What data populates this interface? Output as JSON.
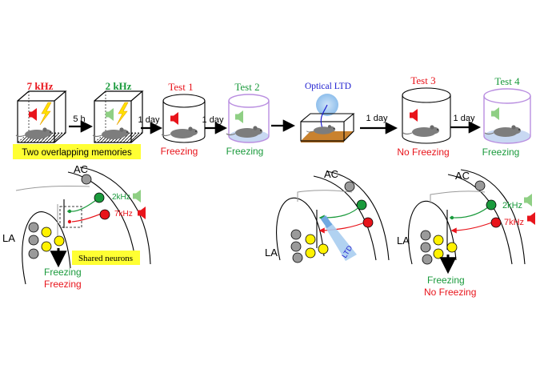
{
  "colors": {
    "red": "#e8141b",
    "green": "#1a9a3c",
    "blue": "#1c1ccf",
    "yellow_label": "#ffff33",
    "neuron_gray": "#9a9a9a",
    "neuron_yellow": "#fff200",
    "neuron_green": "#1a9a3c",
    "neuron_red": "#e8141b",
    "cylinder_purple": "#b98ee0",
    "floor_blue": "#c8d8f2",
    "bedding": "#c9822f",
    "ltd_glow": "#9ec8ef"
  },
  "top": {
    "tone1": "7 kHz",
    "tone2": "2 kHz",
    "interval": "5 h",
    "day1": "1 day",
    "day2": "1 day",
    "day3": "1 day",
    "day4": "1 day",
    "test1": "Test 1",
    "test2": "Test 2",
    "optical": "Optical LTD",
    "test3": "Test 3",
    "test4": "Test 4",
    "result1": "Freezing",
    "result2": "Freezing",
    "result3": "No Freezing",
    "result4": "Freezing",
    "memories_label": "Two overlapping memories"
  },
  "circuits": {
    "ac": "AC",
    "la": "LA",
    "left": {
      "tone_green": "2kHz",
      "tone_red": "7kHz",
      "shared_label": "Shared neurons",
      "out1": "Freezing",
      "out2": "Freezing"
    },
    "middle": {
      "ltd": "LTD"
    },
    "right": {
      "tone_green": "2kHz",
      "tone_red": "7kHz",
      "out1": "Freezing",
      "out2": "No Freezing"
    }
  },
  "icons": [
    "speaker-icon",
    "lightning-bolt-icon",
    "mouse-icon",
    "neuron-icon",
    "optical-fiber-icon"
  ]
}
